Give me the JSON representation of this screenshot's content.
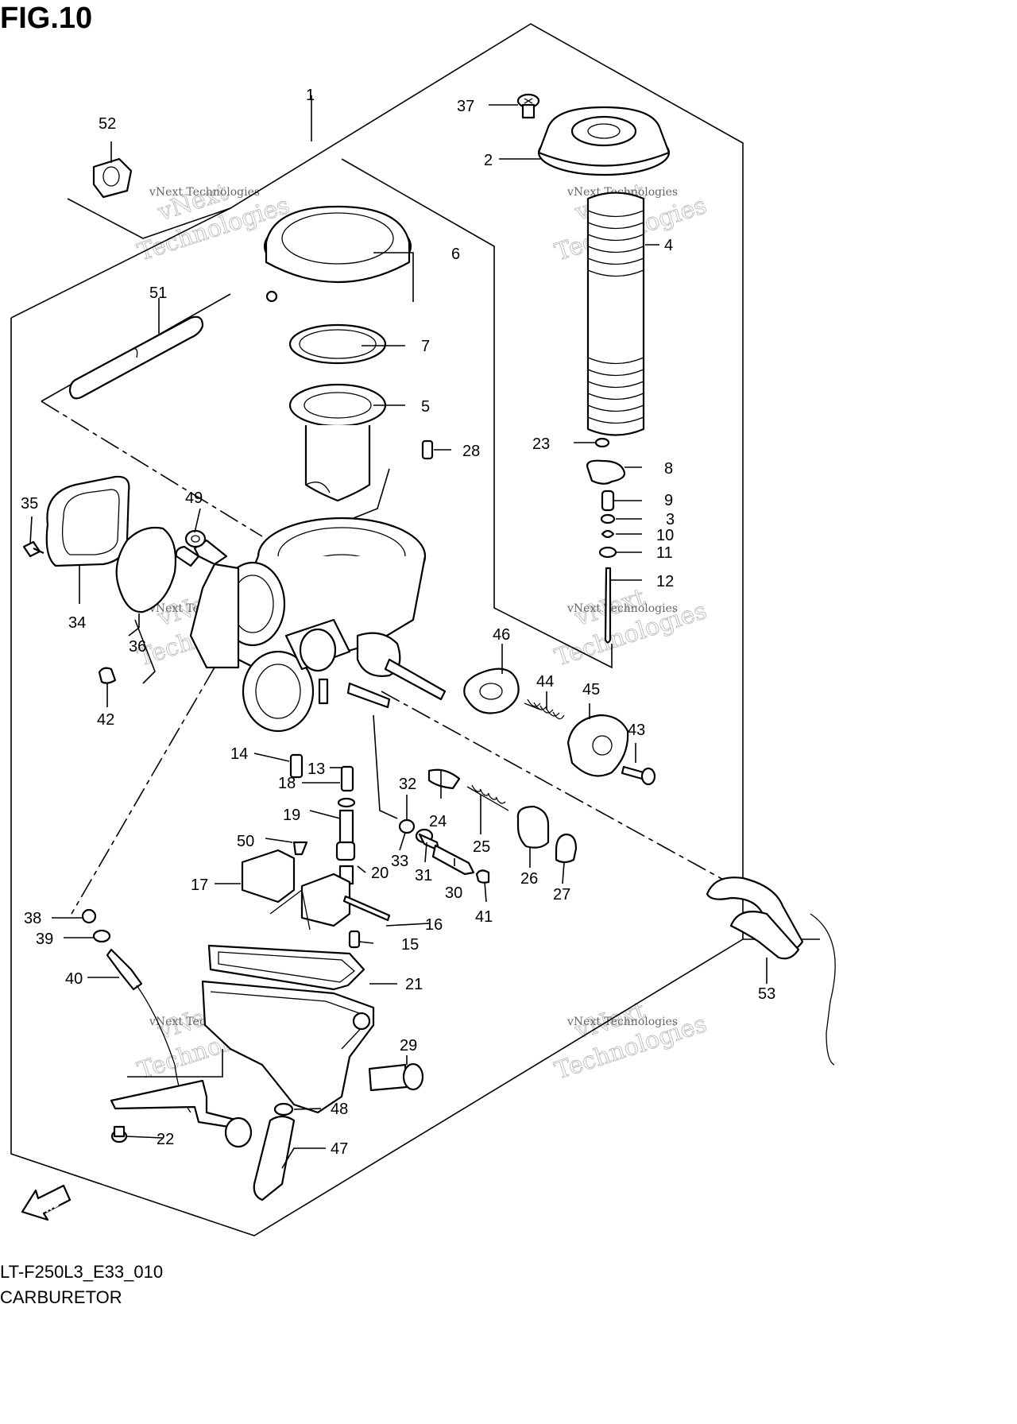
{
  "figure": {
    "title": "FIG.10",
    "model_code": "LT-F250L3_E33_010",
    "name": "CARBURETOR"
  },
  "watermark": {
    "small": "vNext Technologies",
    "large_line1": "vNext",
    "large_line2": "Technologies"
  },
  "fwd_label": "FWD",
  "callouts": [
    "1",
    "2",
    "3",
    "4",
    "5",
    "6",
    "7",
    "8",
    "9",
    "10",
    "11",
    "12",
    "13",
    "14",
    "15",
    "16",
    "17",
    "18",
    "19",
    "20",
    "21",
    "22",
    "23",
    "24",
    "25",
    "26",
    "27",
    "28",
    "29",
    "30",
    "31",
    "32",
    "33",
    "34",
    "35",
    "36",
    "37",
    "38",
    "39",
    "40",
    "41",
    "42",
    "43",
    "44",
    "45",
    "46",
    "47",
    "48",
    "49",
    "50",
    "51",
    "52",
    "53"
  ]
}
